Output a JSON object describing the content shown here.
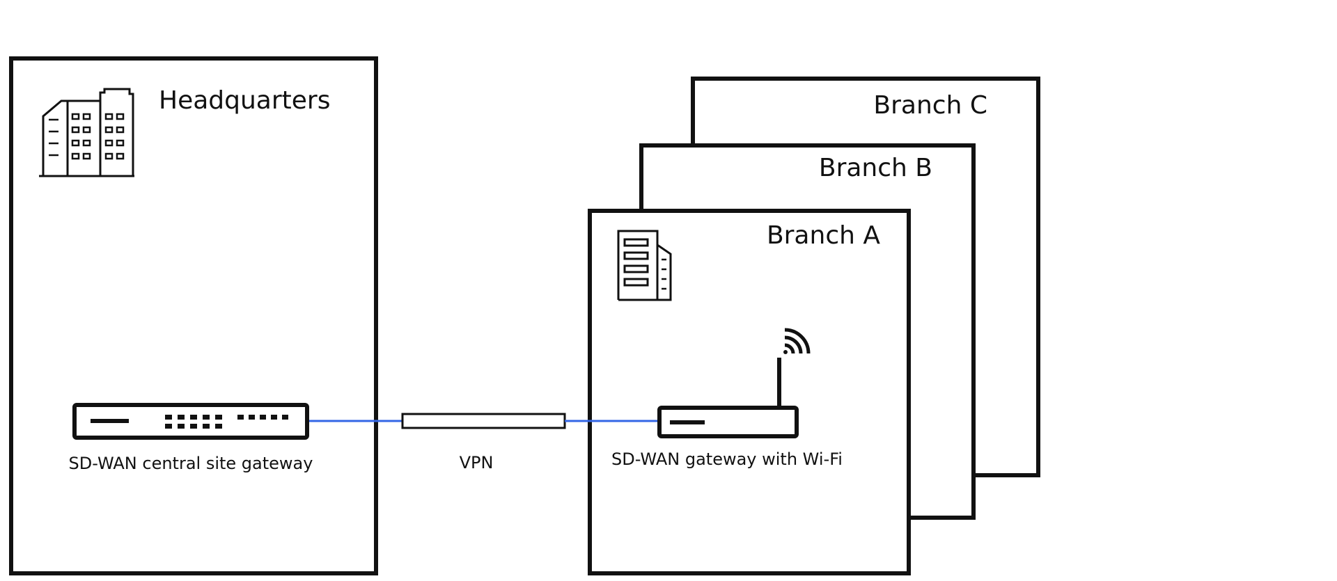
{
  "headquarters": {
    "title": "Headquarters",
    "gateway_label": "SD-WAN central site gateway"
  },
  "tunnel": {
    "label": "VPN"
  },
  "branches": [
    {
      "title": "Branch C"
    },
    {
      "title": "Branch B"
    },
    {
      "title": "Branch A",
      "gateway_label": "SD-WAN gateway with Wi-Fi"
    }
  ],
  "colors": {
    "link": "#3366e6",
    "stroke": "#111111"
  },
  "icons": {
    "hq": "office-buildings-icon",
    "branch": "small-office-building-icon",
    "central_gateway": "network-switch-icon",
    "branch_gateway": "wifi-router-icon",
    "wifi": "wifi-signal-icon"
  }
}
